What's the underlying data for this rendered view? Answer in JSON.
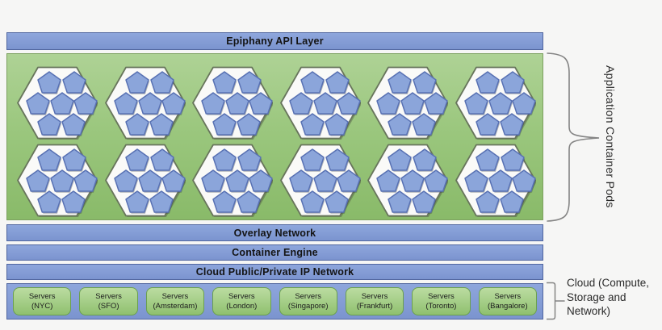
{
  "colors": {
    "bar_blue": "#7b94cf",
    "bar_blue_border": "#51669f",
    "panel_green": "#9bc77e",
    "panel_green_border": "#7da060",
    "pod_fill": "#fafaf8",
    "pod_border": "#68755c",
    "pentagon_fill": "#8ba5da",
    "pentagon_border": "#5871b3",
    "server_green_top": "#bbdca1",
    "server_green_bottom": "#8fc06f",
    "server_green_border": "#6ba04e",
    "annotation_line_gray": "#848484",
    "text_dark": "#141414"
  },
  "layers": {
    "api_label": "Epiphany API Layer",
    "overlay_label": "Overlay Network",
    "engine_label": "Container Engine",
    "network_label": "Cloud Public/Private IP Network"
  },
  "pods": {
    "rows": 2,
    "per_row": 6,
    "pentagons_per_pod": 7
  },
  "servers": [
    {
      "line1": "Servers",
      "line2": "(NYC)"
    },
    {
      "line1": "Servers",
      "line2": "(SFO)"
    },
    {
      "line1": "Servers",
      "line2": "(Amsterdam)"
    },
    {
      "line1": "Servers",
      "line2": "(London)"
    },
    {
      "line1": "Servers",
      "line2": "(Singapore)"
    },
    {
      "line1": "Servers",
      "line2": "(Frankfurt)"
    },
    {
      "line1": "Servers",
      "line2": "(Toronto)"
    },
    {
      "line1": "Servers",
      "line2": "(Bangalore)"
    }
  ],
  "annotations": {
    "pods_label": "Application Container Pods",
    "cloud_label_lines": [
      "Cloud (Compute,",
      "Storage and",
      "Network)"
    ]
  }
}
